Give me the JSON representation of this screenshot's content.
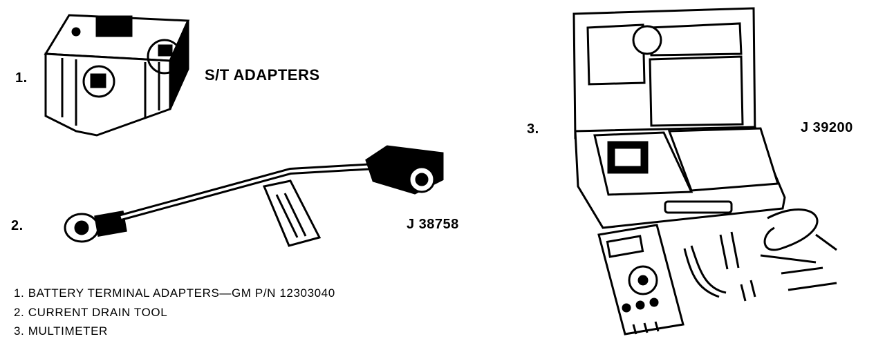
{
  "numbers": {
    "n1": "1.",
    "n2": "2.",
    "n3": "3."
  },
  "labels": {
    "st_adapters": "S/T ADAPTERS",
    "j38758": "J 38758",
    "j39200": "J 39200"
  },
  "legend": [
    "1.  BATTERY TERMINAL ADAPTERS—GM P/N 12303040",
    "2.  CURRENT DRAIN TOOL",
    "3.  MULTIMETER"
  ]
}
